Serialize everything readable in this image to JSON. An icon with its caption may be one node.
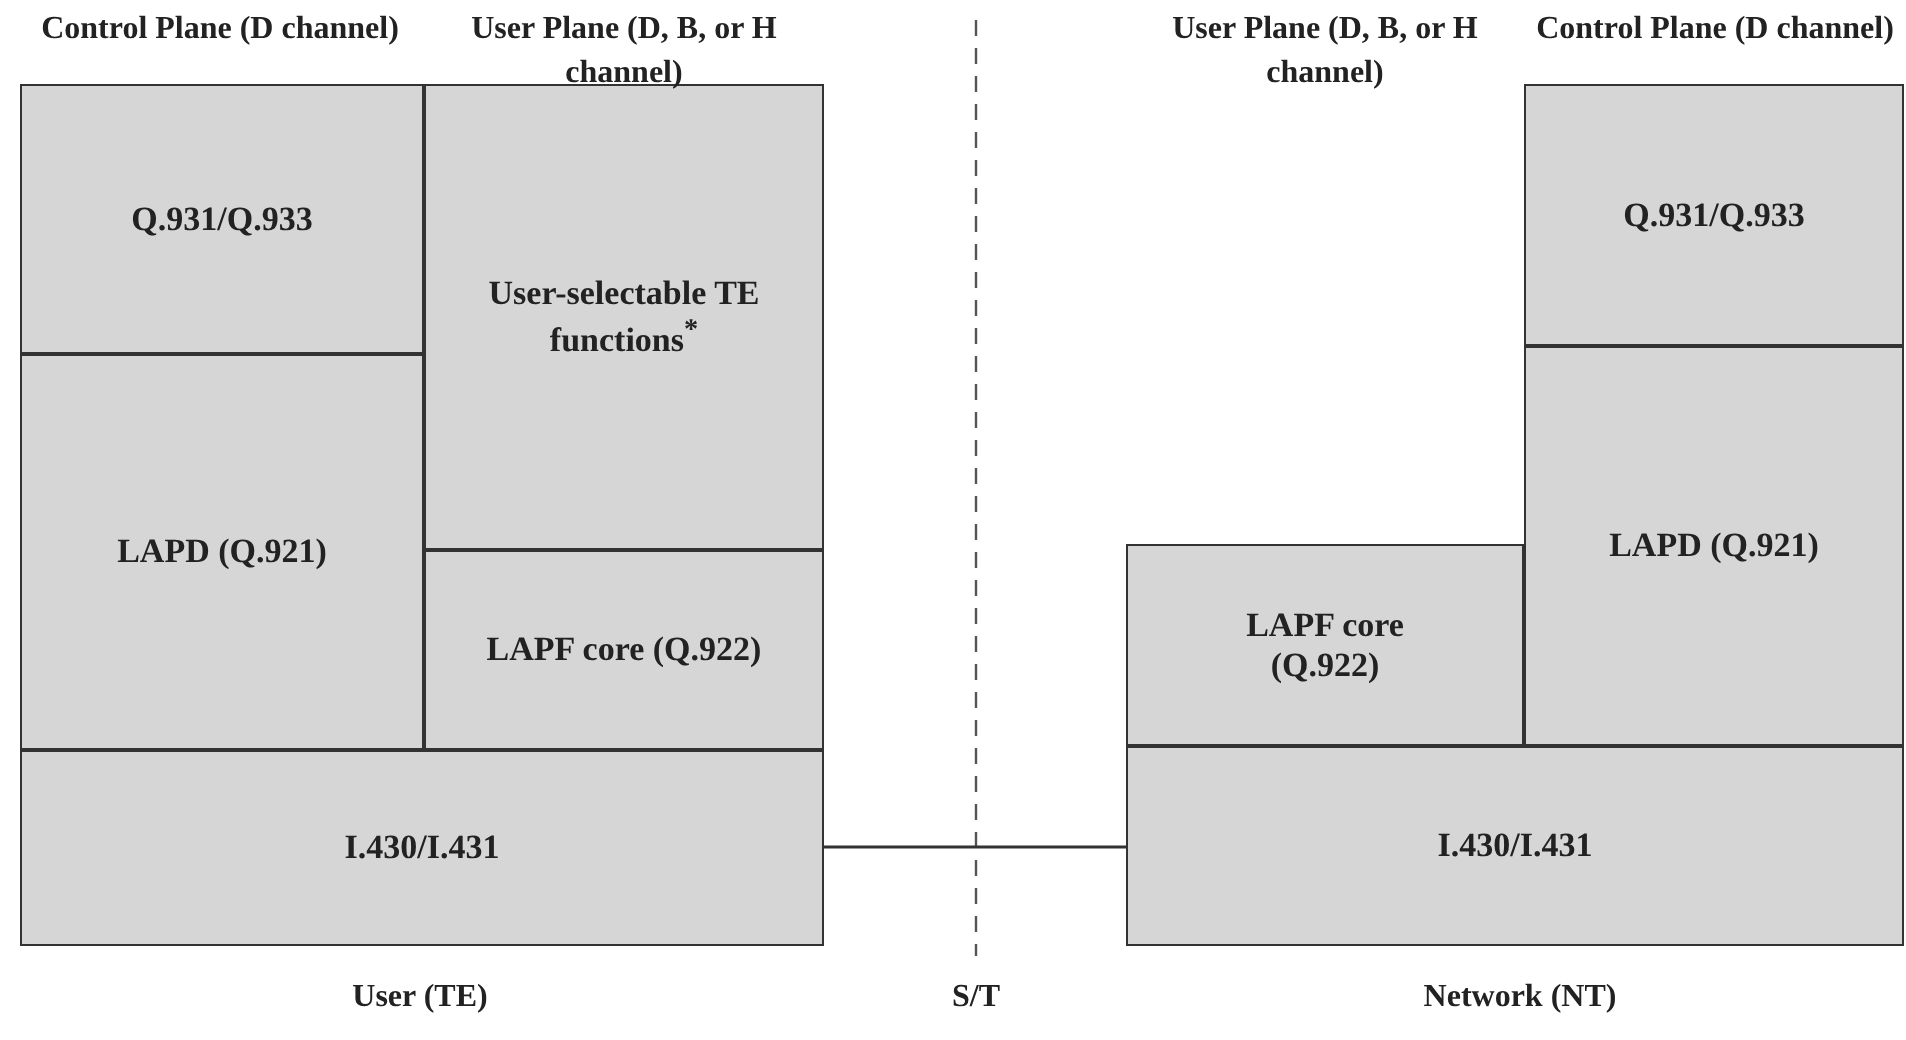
{
  "diagram": {
    "nodes": [
      {
        "text": [
          "Q.931/Q.933"
        ]
      },
      {
        "text": [
          "User-selectable TE functions$^{*}$"
        ]
      },
      {
        "text": [
          "LAPD (Q.921)"
        ]
      },
      {
        "text": [
          "LAPF core (Q.922)"
        ]
      },
      {
        "text": [
          "I.430/I.431"
        ]
      },
      {
        "text": [
          "Q.931/Q.933"
        ]
      },
      {
        "text": [
          "LAPF core (Q.922)"
        ]
      },
      {
        "text": [
          "LAPD (Q.921)"
        ]
      },
      {
        "text": [
          "I.430/I.431"
        ]
      }
    ],
    "edges": [
      {
        "from": 4,
        "to": 8,
        "arrow": "none"
      }
    ],
    "labels": [
      "Control Plane (D channel)",
      "User Plane (D, B, or H channel)",
      "User Plane (D, B, or H channel)",
      "Control Plane (D channel)",
      "User (TE)",
      "S/T",
      "Network (NT)"
    ]
  }
}
